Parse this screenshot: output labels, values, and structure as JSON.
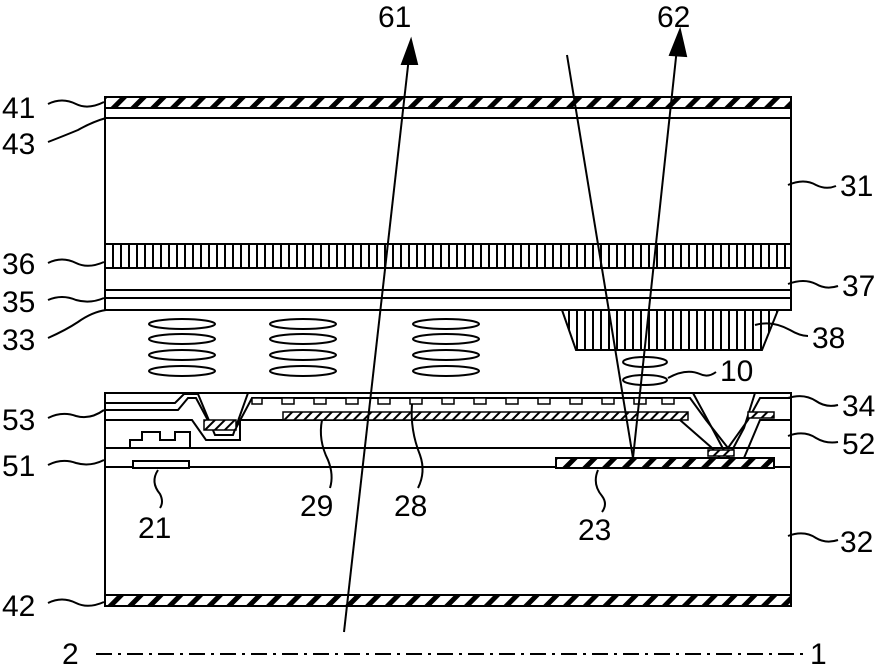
{
  "diagram": {
    "labels": {
      "l61": "61",
      "l62": "62",
      "l41": "41",
      "l43": "43",
      "l31": "31",
      "l36": "36",
      "l37": "37",
      "l35": "35",
      "l33": "33",
      "l38": "38",
      "l10": "10",
      "l53": "53",
      "l34": "34",
      "l52": "52",
      "l51": "51",
      "l21": "21",
      "l29": "29",
      "l28": "28",
      "l23": "23",
      "l32": "32",
      "l42": "42",
      "l2": "2",
      "l1": "1"
    }
  }
}
